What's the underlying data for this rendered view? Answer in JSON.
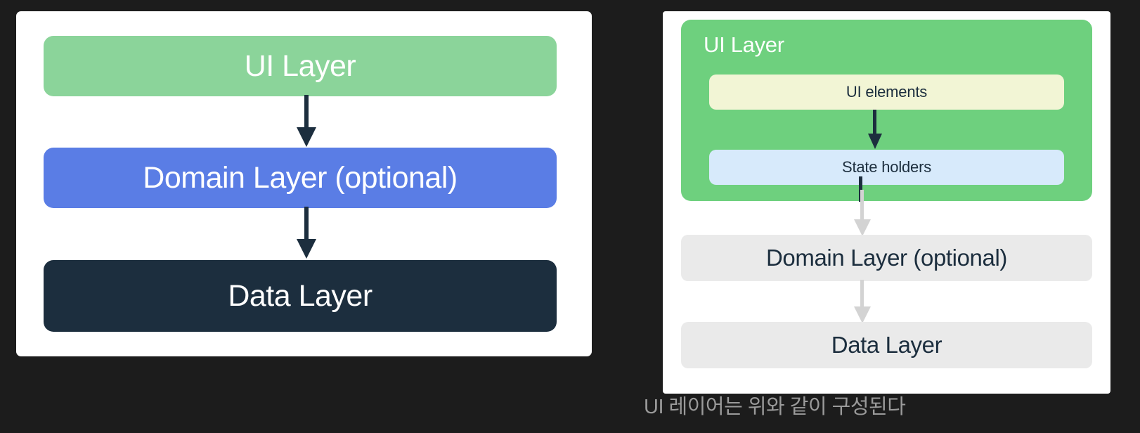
{
  "page": {
    "background_color": "#1c1c1c",
    "caption": "UI 레이어는 위와 같이 구성된다"
  },
  "left_diagram": {
    "name": "android-app-architecture-layers",
    "card_background": "#ffffff",
    "boxes": [
      {
        "label": "UI Layer",
        "color": "#8bd49a",
        "text_color": "#ffffff"
      },
      {
        "label": "Domain Layer (optional)",
        "color": "#5a7de5",
        "text_color": "#ffffff"
      },
      {
        "label": "Data Layer",
        "color": "#1c2e3e",
        "text_color": "#ffffff"
      }
    ],
    "arrows": [
      {
        "from": "UI Layer",
        "to": "Domain Layer (optional)",
        "color": "#1c2e3e"
      },
      {
        "from": "Domain Layer (optional)",
        "to": "Data Layer",
        "color": "#1c2e3e"
      }
    ]
  },
  "right_diagram": {
    "name": "ui-layer-detail",
    "card_background": "#ffffff",
    "ui_layer": {
      "label": "UI Layer",
      "color": "#6ed07e",
      "text_color": "#ffffff",
      "children": [
        {
          "label": "UI elements",
          "color": "#f2f5d5",
          "text_color": "#1c2e3e"
        },
        {
          "label": "State holders",
          "color": "#d7eafb",
          "text_color": "#1c2e3e"
        }
      ]
    },
    "boxes": [
      {
        "label": "Domain Layer (optional)",
        "color": "#eaeaea",
        "text_color": "#1c2e3e"
      },
      {
        "label": "Data Layer",
        "color": "#eaeaea",
        "text_color": "#1c2e3e"
      }
    ],
    "arrows": [
      {
        "from": "UI elements",
        "to": "State holders",
        "color": "#1c2e3e"
      },
      {
        "from": "State holders",
        "to": "Domain Layer (optional)",
        "color": "#d3d3d3"
      },
      {
        "from": "Domain Layer (optional)",
        "to": "Data Layer",
        "color": "#d3d3d3"
      }
    ]
  }
}
